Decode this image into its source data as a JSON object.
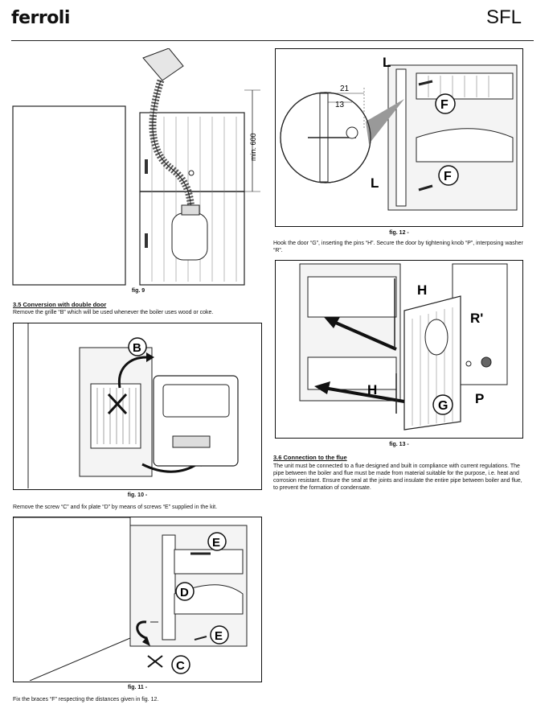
{
  "header": {
    "brand": "ferroli",
    "model": "SFL"
  },
  "figures": {
    "fig9": {
      "caption": "fig. 9",
      "dimension": "min. 600"
    },
    "fig10": {
      "caption": "fig. 10 -",
      "labels": {
        "b": "B"
      }
    },
    "fig11": {
      "caption": "fig. 11 -",
      "labels": {
        "e1": "E",
        "d": "D",
        "e2": "E",
        "c": "C"
      }
    },
    "fig12": {
      "caption": "fig. 12 -",
      "labels": {
        "l1": "L",
        "f1": "F",
        "f2": "F",
        "l2": "L",
        "d21": "21",
        "d13": "13"
      }
    },
    "fig13": {
      "caption": "fig. 13 -",
      "labels": {
        "h1": "H",
        "r": "R'",
        "h2": "H",
        "g": "G",
        "p": "P"
      }
    }
  },
  "sections": {
    "s35": {
      "heading": "3.5  Conversion with double door",
      "text1": "Remove the grille “B” which will be used whenever the boiler uses wood or coke.",
      "text2": "Remove the screw “C” and fix plate “D” by means of screws “E” supplied in the kit.",
      "text3": "Fix the braces “F” respecting the distances given in fig. 12."
    },
    "hook": "Hook the door “G”, inserting the pins “H”. Secure the door by tightening knob “P”, interposing washer “R”.",
    "s36": {
      "heading": "3.6  Connection to the flue",
      "text": "The unit must be connected to a flue designed and built in compliance with current regulations. The pipe between the boiler and flue must be made from material suitable for the purpose, i.e. heat and corrosion resistant. Ensure the seal at the joints and insulate the entire pipe between boiler and flue, to prevent the formation of condensate."
    }
  }
}
